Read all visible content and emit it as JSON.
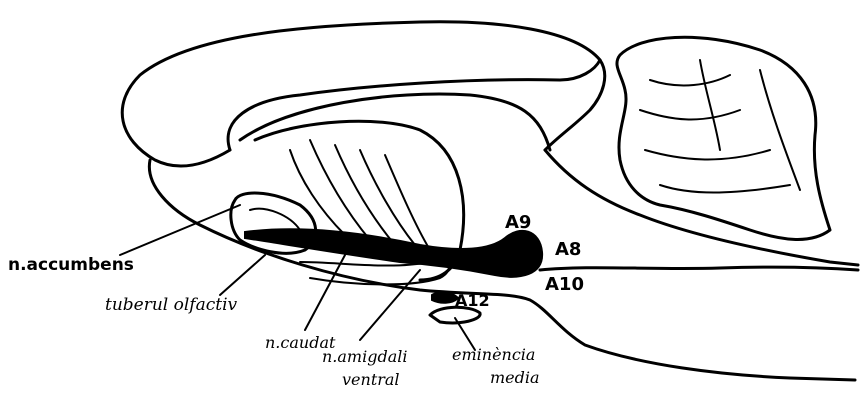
{
  "labels": {
    "n_accumbens": "n.accumbens",
    "tuberul_olfactiv": "tuberul olfactiv",
    "n_caudat": "n.caudat",
    "n_amigdali_line1": "n.amigdali",
    "n_amigdali_line2": "ventral",
    "eminentia_line1": "eminència",
    "eminentia_line2": "media",
    "a9": "A9",
    "a8": "A8",
    "a10": "A10",
    "a12": "A12"
  }
}
